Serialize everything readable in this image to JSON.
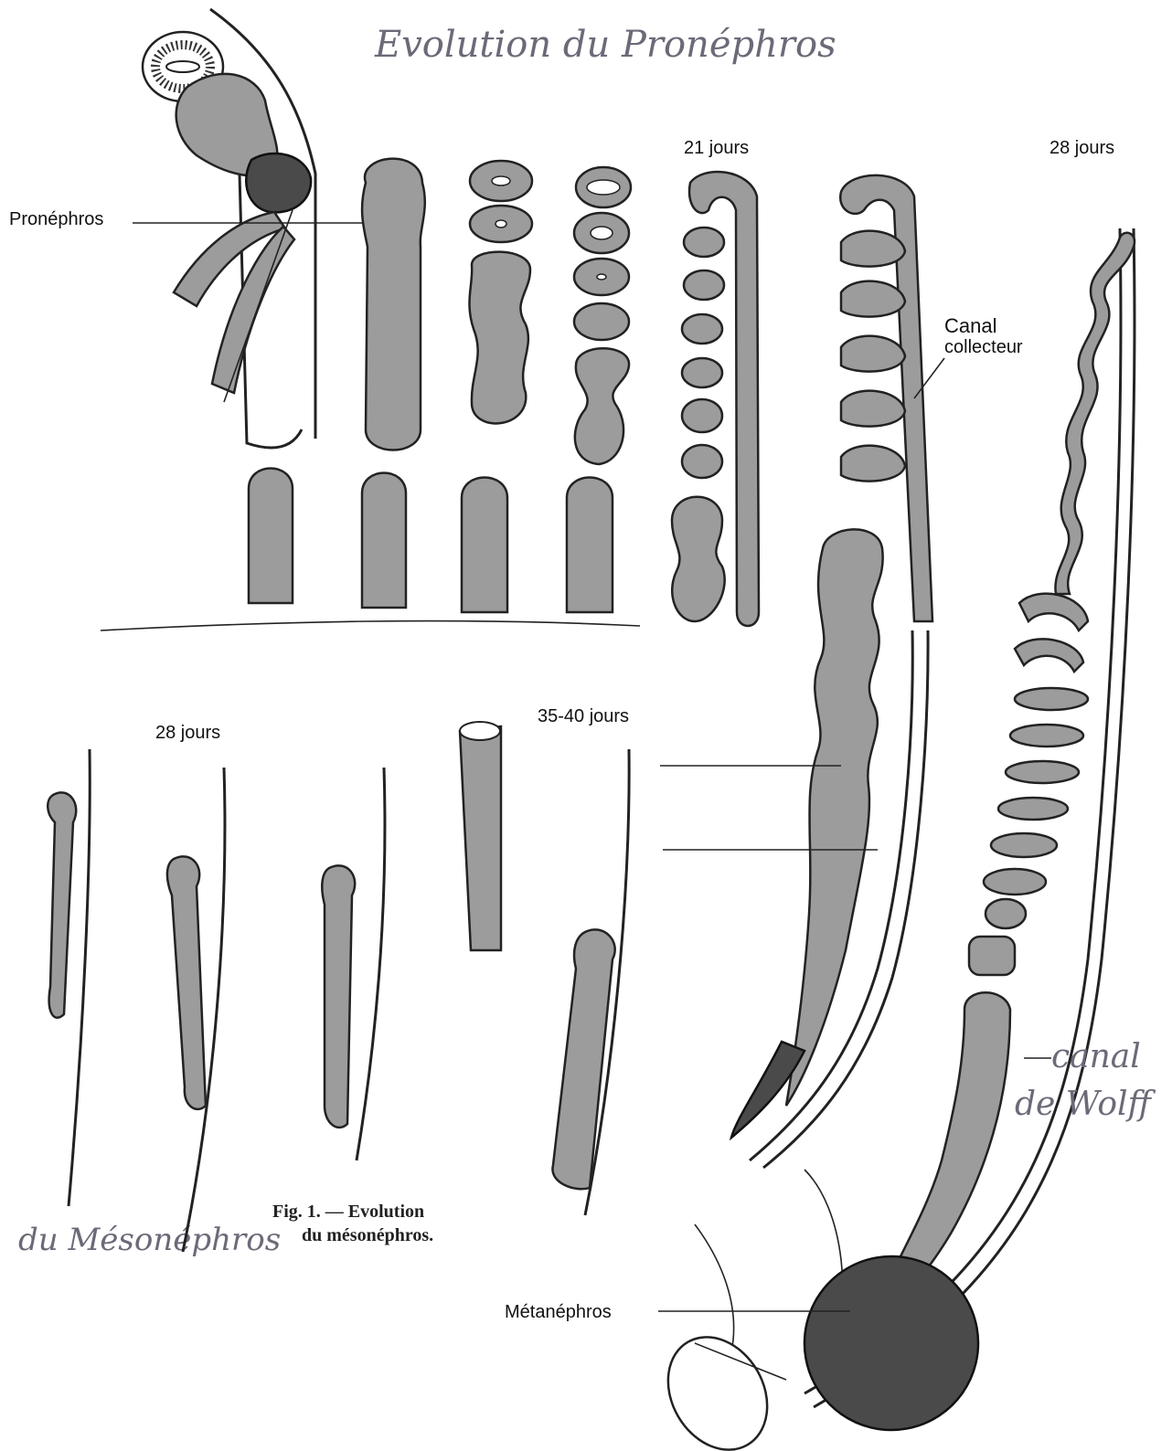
{
  "handwritten": {
    "title_pronephros": "Evolution du Pronéphros",
    "title_mesonephros": "du Mésonéphros",
    "annotation_wolff_line1": "canal",
    "annotation_wolff_line2": "de Wolff"
  },
  "labels": {
    "pronephros": "Pronéphros",
    "stage_21": "21 jours",
    "stage_28_top": "28 jours",
    "canal_collecteur_line1": "Canal",
    "canal_collecteur_line2": "collecteur",
    "stage_28_mid": "28 jours",
    "stage_35_40": "35-40 jours",
    "metanephros": "Métanéphros"
  },
  "caption": {
    "line1": "Fig. 1. — Evolution",
    "line2": "du mésonéphros."
  }
}
